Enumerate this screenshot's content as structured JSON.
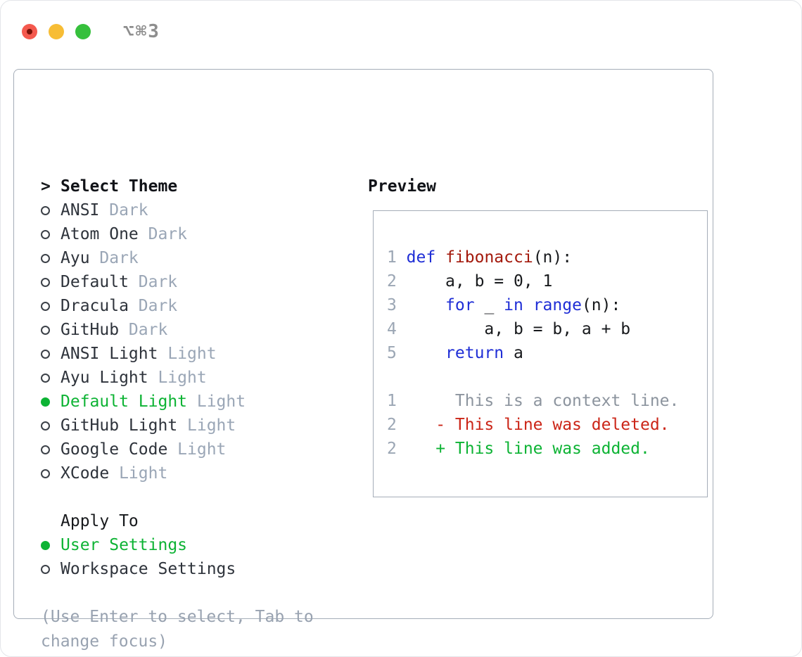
{
  "colors": {
    "green": "#0db334",
    "keyword": "#1f2ed6",
    "function": "#a3190c",
    "deleted": "#cb2517",
    "added": "#0db334",
    "red_light": "#f4594e",
    "yellow_light": "#f7bd35",
    "green_light": "#36c03c"
  },
  "titlebar": {
    "shortcut": "⌥⌘3"
  },
  "theme_panel": {
    "header_prefix": ">",
    "header": "Select Theme",
    "themes": [
      {
        "name": "ANSI",
        "variant": "Dark",
        "selected": false
      },
      {
        "name": "Atom One",
        "variant": "Dark",
        "selected": false
      },
      {
        "name": "Ayu",
        "variant": "Dark",
        "selected": false
      },
      {
        "name": "Default",
        "variant": "Dark",
        "selected": false
      },
      {
        "name": "Dracula",
        "variant": "Dark",
        "selected": false
      },
      {
        "name": "GitHub",
        "variant": "Dark",
        "selected": false
      },
      {
        "name": "ANSI Light",
        "variant": "Light",
        "selected": false
      },
      {
        "name": "Ayu Light",
        "variant": "Light",
        "selected": false
      },
      {
        "name": "Default Light",
        "variant": "Light",
        "selected": true
      },
      {
        "name": "GitHub Light",
        "variant": "Light",
        "selected": false
      },
      {
        "name": "Google Code",
        "variant": "Light",
        "selected": false
      },
      {
        "name": "XCode",
        "variant": "Light",
        "selected": false
      }
    ],
    "apply_to": {
      "header": "Apply To",
      "options": [
        {
          "label": "User Settings",
          "selected": true
        },
        {
          "label": "Workspace Settings",
          "selected": false
        }
      ]
    },
    "help": "(Use Enter to select, Tab to change focus)"
  },
  "preview": {
    "title": "Preview",
    "code_lines": [
      {
        "num": "1",
        "segments": [
          {
            "t": "def",
            "c": "keyword"
          },
          {
            "t": " "
          },
          {
            "t": "fibonacci",
            "c": "function"
          },
          {
            "t": "(n):"
          }
        ]
      },
      {
        "num": "2",
        "segments": [
          {
            "t": "    a, b = 0, 1"
          }
        ]
      },
      {
        "num": "3",
        "segments": [
          {
            "t": "    "
          },
          {
            "t": "for",
            "c": "keyword"
          },
          {
            "t": " _ "
          },
          {
            "t": "in",
            "c": "keyword"
          },
          {
            "t": " "
          },
          {
            "t": "range",
            "c": "keyword"
          },
          {
            "t": "(n):"
          }
        ]
      },
      {
        "num": "4",
        "segments": [
          {
            "t": "        a, b = b, a + b"
          }
        ]
      },
      {
        "num": "5",
        "segments": [
          {
            "t": "    "
          },
          {
            "t": "return",
            "c": "keyword"
          },
          {
            "t": " a"
          }
        ]
      },
      {
        "num": "",
        "segments": []
      },
      {
        "num": "1",
        "segments": [
          {
            "t": "     This is a context line.",
            "c": "context"
          }
        ]
      },
      {
        "num": "2",
        "segments": [
          {
            "t": "   - This line was deleted.",
            "c": "deleted"
          }
        ]
      },
      {
        "num": "2",
        "segments": [
          {
            "t": "   + This line was added.",
            "c": "added"
          }
        ]
      }
    ]
  }
}
